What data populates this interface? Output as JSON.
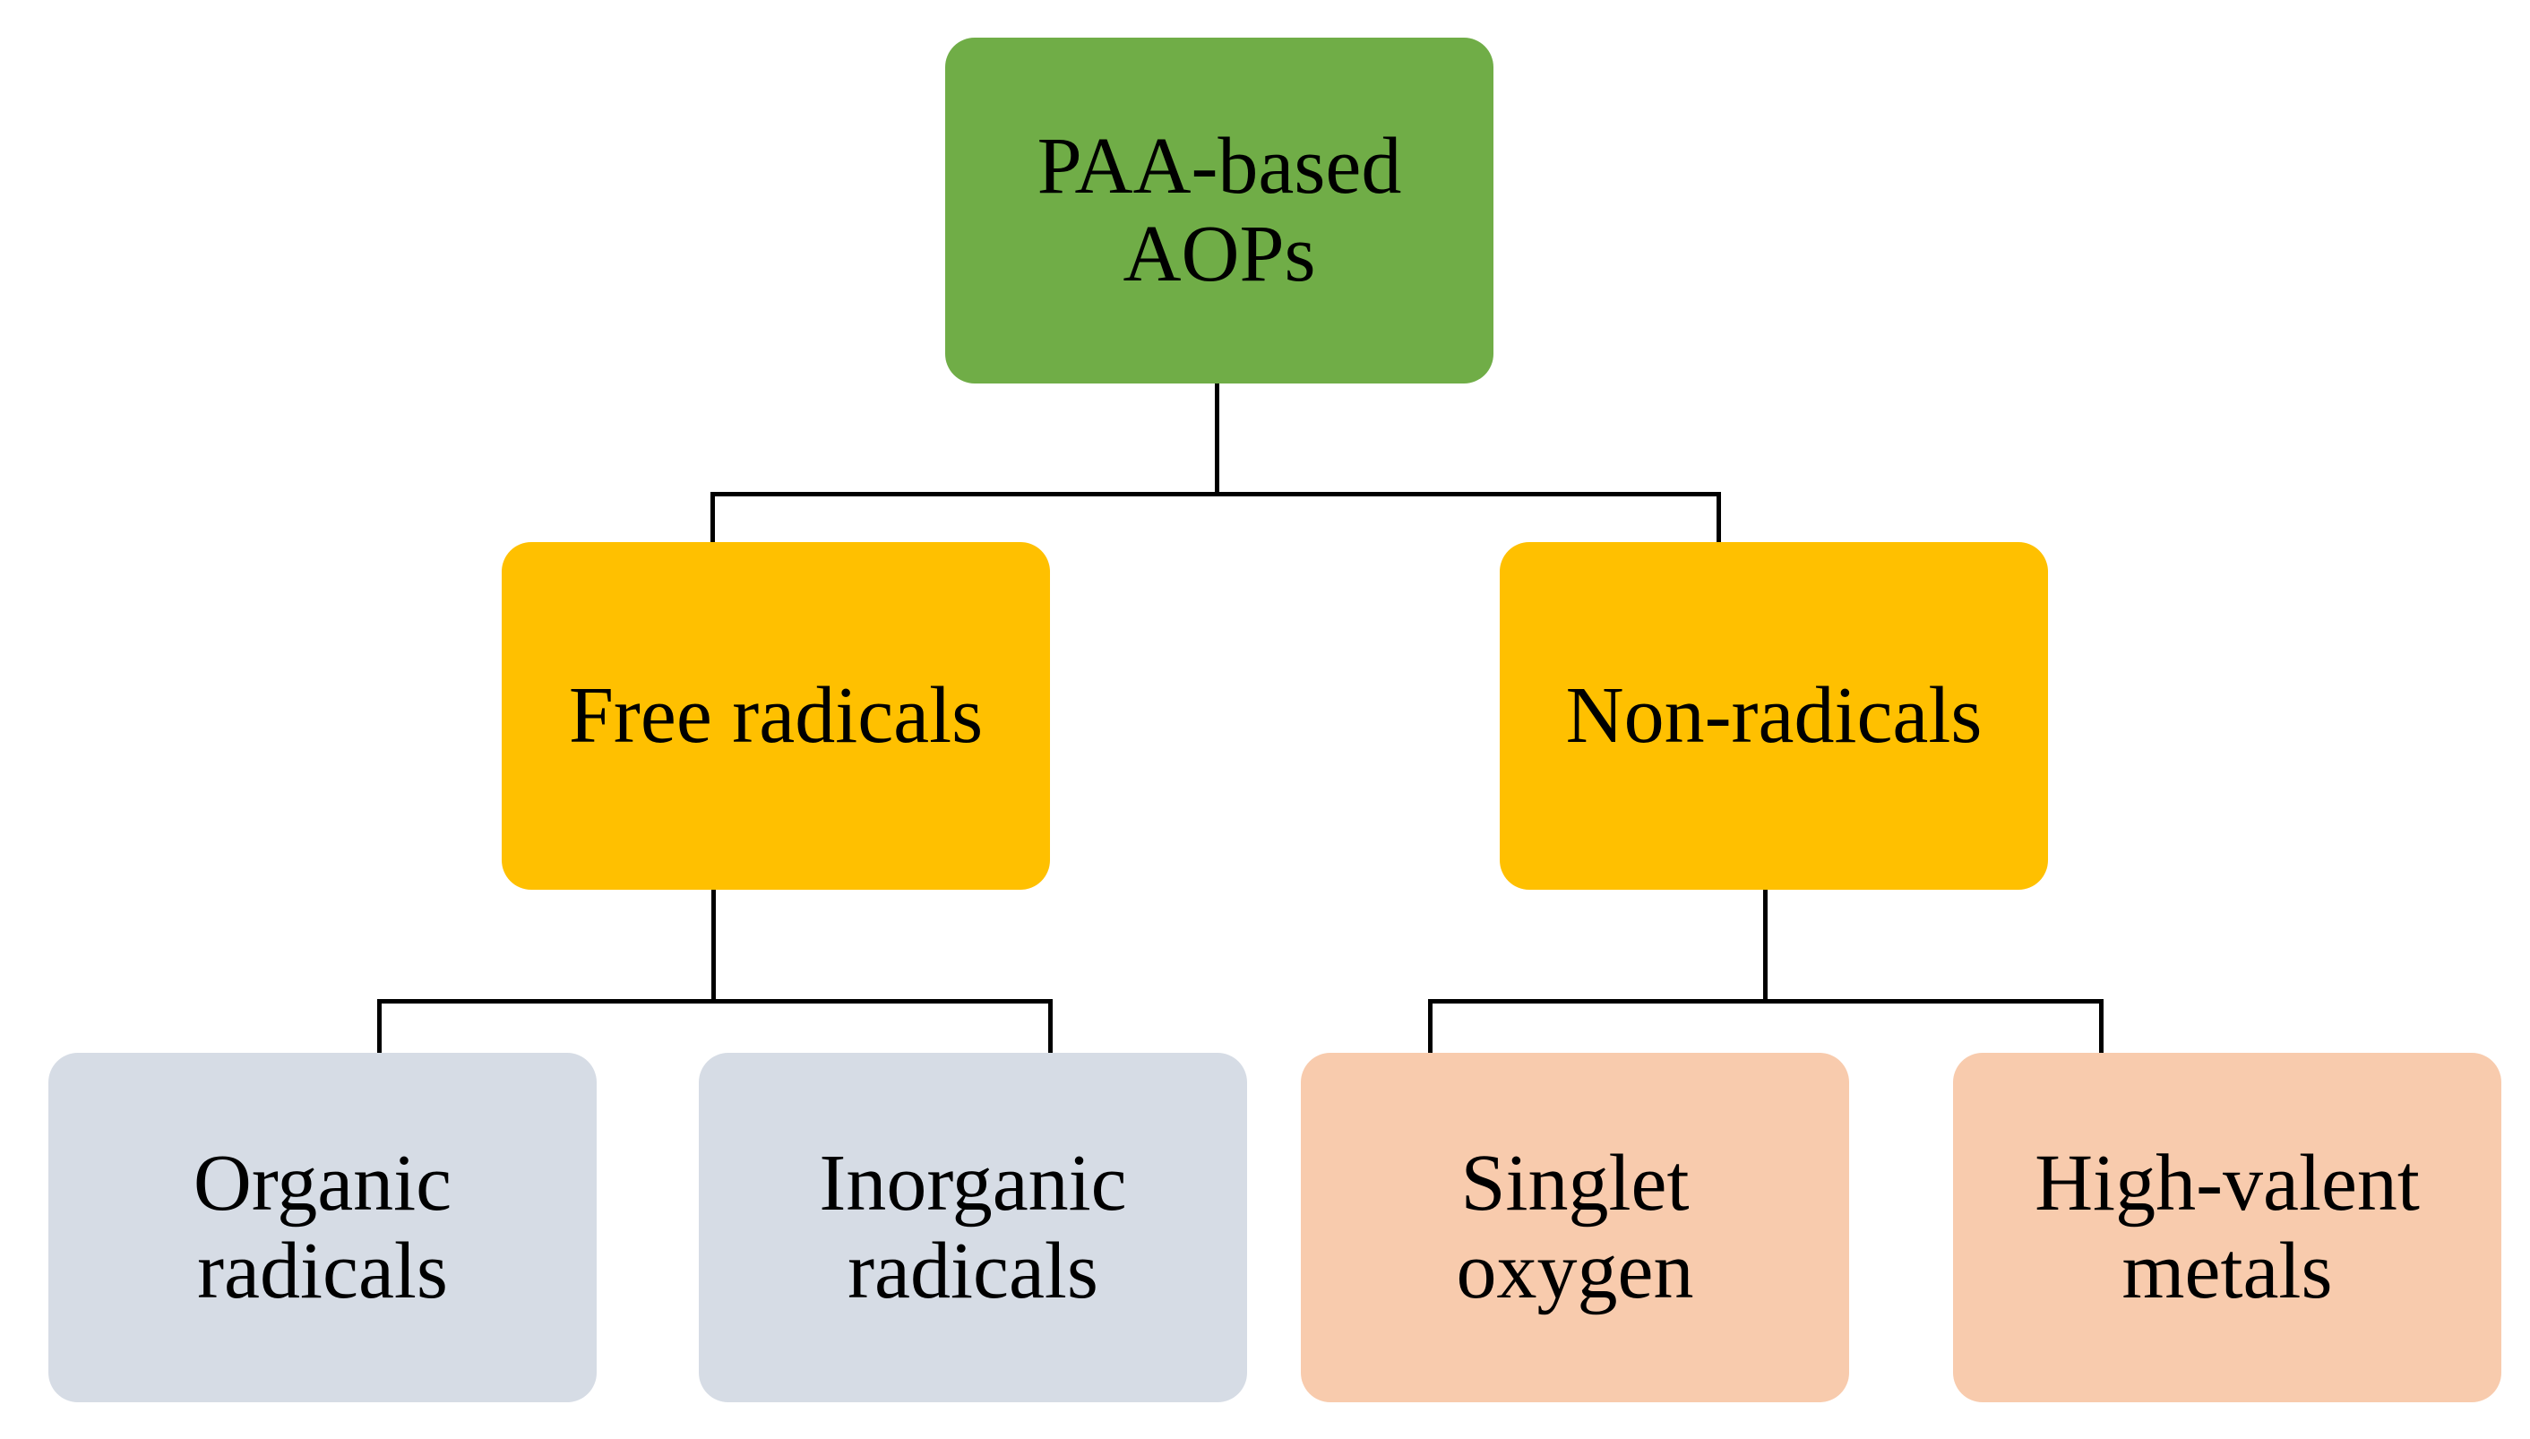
{
  "diagram": {
    "type": "hierarchy-tree",
    "background": "#FFFFFF",
    "connector_color": "#000000",
    "text_color": "#000000",
    "palette": {
      "root_green": "#70AD47",
      "level2_yellow": "#FFC000",
      "radical_children_gray": "#D6DCE5",
      "nonradical_children_peach": "#F8CBAD"
    },
    "nodes": {
      "root": {
        "label": "PAA-based\nAOPs",
        "fill": "#70AD47"
      },
      "free": {
        "label": "Free radicals",
        "fill": "#FFC000"
      },
      "non": {
        "label": "Non-radicals",
        "fill": "#FFC000"
      },
      "organic": {
        "label": "Organic\nradicals",
        "fill": "#D6DCE5"
      },
      "inorganic": {
        "label": "Inorganic\nradicals",
        "fill": "#D6DCE5"
      },
      "singlet": {
        "label": "Singlet\noxygen",
        "fill": "#F8CBAD"
      },
      "highvalent": {
        "label": "High-valent\nmetals",
        "fill": "#F8CBAD"
      }
    },
    "edges": [
      {
        "from": "PAA-based AOPs",
        "to": "Free radicals"
      },
      {
        "from": "PAA-based AOPs",
        "to": "Non-radicals"
      },
      {
        "from": "Free radicals",
        "to": "Organic radicals"
      },
      {
        "from": "Free radicals",
        "to": "Inorganic radicals"
      },
      {
        "from": "Non-radicals",
        "to": "Singlet oxygen"
      },
      {
        "from": "Non-radicals",
        "to": "High-valent metals"
      }
    ]
  }
}
